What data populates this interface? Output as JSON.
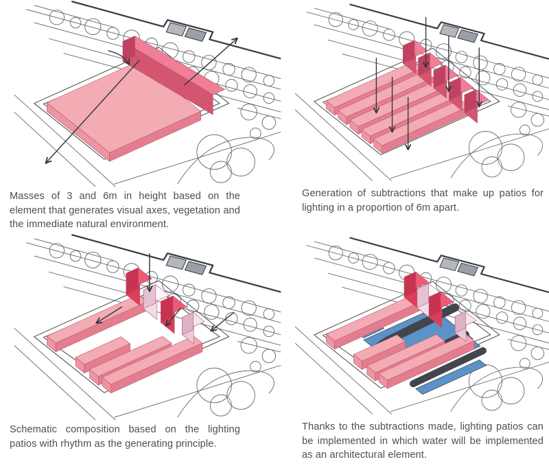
{
  "figure": {
    "type": "architectural-concept-diagram",
    "panel_count": 4
  },
  "palette": {
    "sketch": "#6a6e74",
    "curb": "#3c3f45",
    "boundary": "#4a4d52",
    "building": "#b4b8bd",
    "building2": "#9aa0a6",
    "slab_top": "#f3abb4",
    "slab_left": "#ed95a2",
    "slab_right": "#e47e8f",
    "pink_outline": "#b05570",
    "bar_top": "#ef7e97",
    "bar_front": "#d4556f",
    "bar_end": "#c04260",
    "cube_red_top": "#ef5b74",
    "cube_red_front": "#de3d5b",
    "cube_red_end": "#c93350",
    "cube_white_top": "#fdf4f7",
    "cube_white_front": "#f3dce6",
    "cube_white_end": "#e5c2d2",
    "cube_pale_top": "#f7e3ea",
    "cube_pale_front": "#ebc9d7",
    "cube_pale_end": "#ddb2c6",
    "water": "#5b93c8",
    "path_gray": "#42454c",
    "arrow": "#34373c",
    "caption": "#4b4e54"
  },
  "panels": [
    {
      "id": "masses",
      "caption": "Masses of 3 and 6m in height based on the element that generates visual axes, vegetation and the immediate natural environment.",
      "masses": [
        "low-slab-3m",
        "tall-bar-6m"
      ],
      "arrows": [
        "visual-axis-down-left",
        "visual-axis-up-right",
        "hook-arrow-onto-slab"
      ]
    },
    {
      "id": "subtractions",
      "caption": "Generation of subtractions that make up patios for lighting in a proportion of 6m apart.",
      "masses": [
        "five-slab-strips",
        "five-bar-cubes"
      ],
      "arrows": [
        "six-vertical-subtraction-arrows"
      ]
    },
    {
      "id": "composition",
      "caption": "Schematic composition based on the lighting patios with rhythm as the generating principle.",
      "masses": [
        "four-rhythm-bars",
        "two-red-cubes",
        "white-cube",
        "pale-cube"
      ],
      "arrows": [
        "vertical-arrow",
        "three-diagonal-arrows"
      ]
    },
    {
      "id": "water-patios",
      "caption": "Thanks to the subtractions made, lighting patios can be implemented in which water will be implemented as an architectural element.",
      "masses": [
        "four-rhythm-bars",
        "two-red-cubes",
        "white-cube",
        "pale-cube",
        "water-pools",
        "walkway-loop"
      ],
      "arrows": []
    }
  ]
}
